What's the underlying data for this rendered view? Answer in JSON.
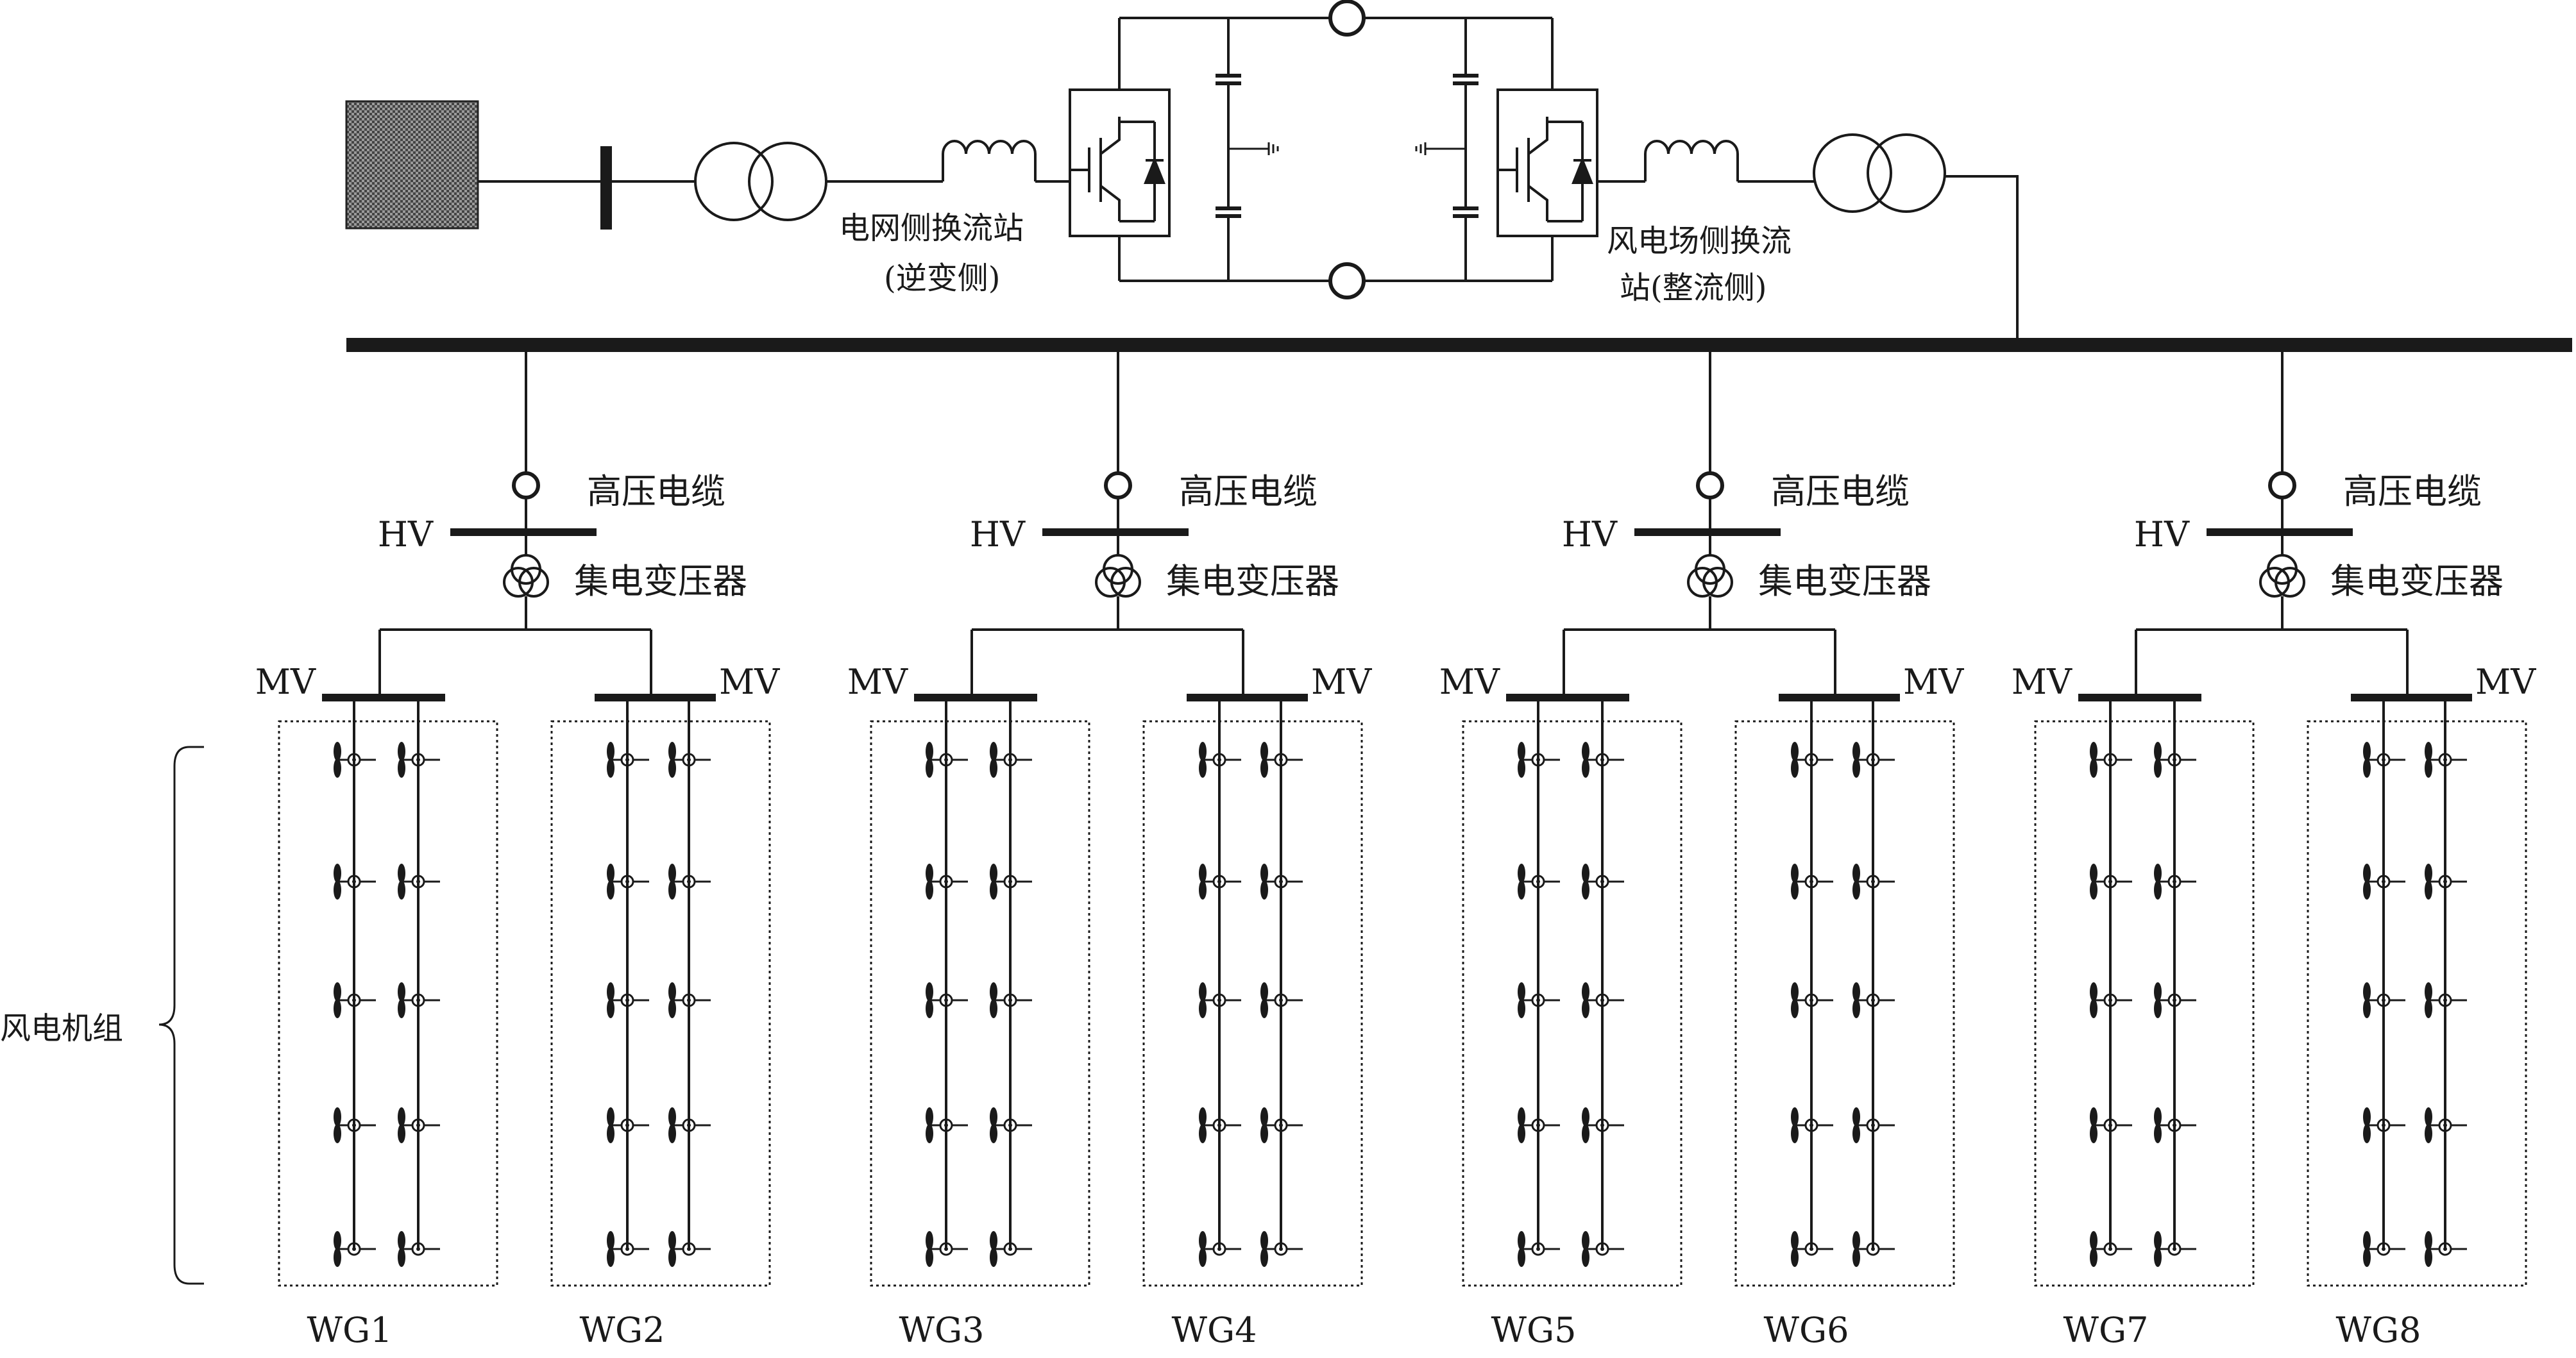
{
  "labels": {
    "grid_station_line1": "电网侧换流站",
    "grid_station_line2": "(逆变侧)",
    "wind_station_line1": "风电场侧换流",
    "wind_station_line2": "站(整流侧)",
    "wind_units": "风电机组"
  },
  "feeders": [
    {
      "cable": "高压电缆",
      "hv": "HV",
      "transformer": "集电变压器",
      "mv_left": "MV",
      "mv_right": "MV",
      "group_left": "WG1",
      "group_right": "WG2"
    },
    {
      "cable": "高压电缆",
      "hv": "HV",
      "transformer": "集电变压器",
      "mv_left": "MV",
      "mv_right": "MV",
      "group_left": "WG3",
      "group_right": "WG4"
    },
    {
      "cable": "高压电缆",
      "hv": "HV",
      "transformer": "集电变压器",
      "mv_left": "MV",
      "mv_right": "MV",
      "group_left": "WG5",
      "group_right": "WG6"
    },
    {
      "cable": "高压电缆",
      "hv": "HV",
      "transformer": "集电变压器",
      "mv_left": "MV",
      "mv_right": "MV",
      "group_left": "WG7",
      "group_right": "WG8"
    }
  ],
  "colors": {
    "line": "#1a1a1a",
    "grid_source_fill": "#6e6e6e"
  }
}
